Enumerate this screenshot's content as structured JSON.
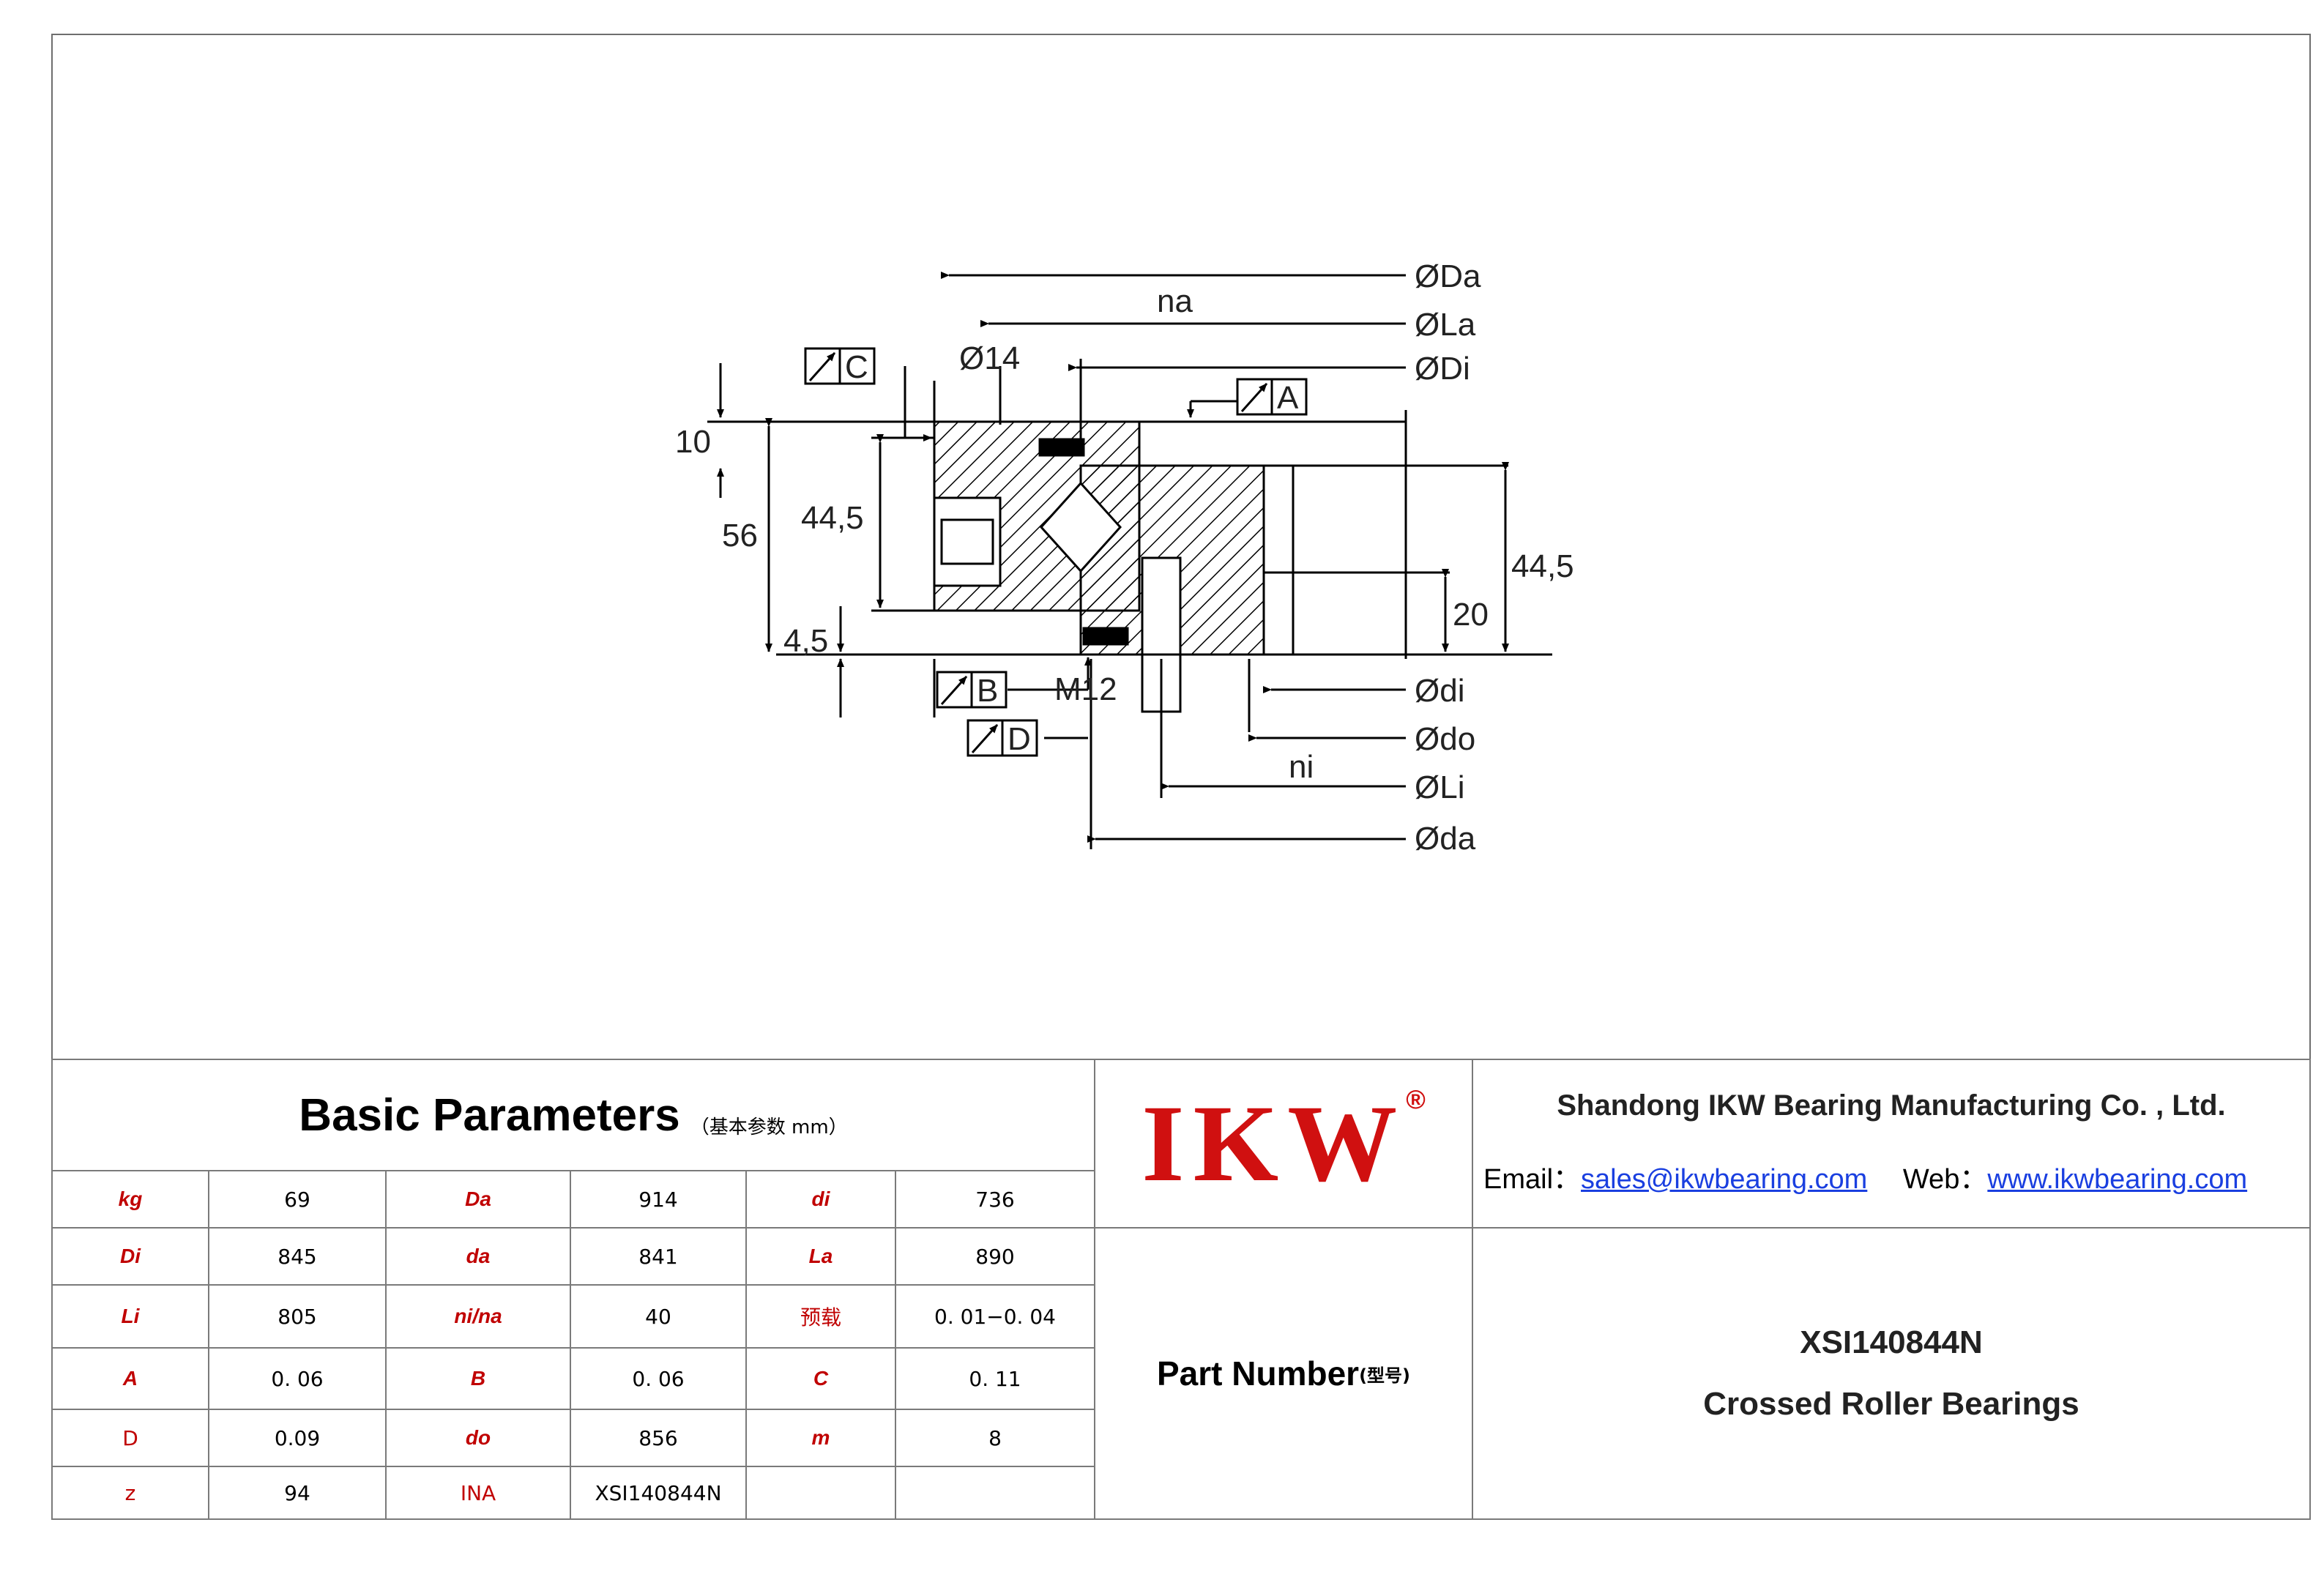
{
  "drawing": {
    "labels": {
      "Da": "ØDa",
      "La": "ØLa",
      "Di": "ØDi",
      "di": "Ødi",
      "do": "Ødo",
      "Li": "ØLi",
      "da": "Øda",
      "na": "na",
      "ni": "ni",
      "hole": "Ø14",
      "thread": "M12",
      "dim10": "10",
      "dim56": "56",
      "dim44_5_left": "44,5",
      "dim4_5": "4,5",
      "dim44_5_right": "44,5",
      "dim20": "20",
      "tolA": "A",
      "tolB": "B",
      "tolC": "C",
      "tolD": "D"
    }
  },
  "params": {
    "title": "Basic Parameters",
    "subtitle": "（基本参数 mm）",
    "rows": [
      [
        {
          "label": "kg",
          "value": "69"
        },
        {
          "label": "Da",
          "value": "914"
        },
        {
          "label": "di",
          "value": "736"
        }
      ],
      [
        {
          "label": "Di",
          "value": "845"
        },
        {
          "label": "da",
          "value": "841"
        },
        {
          "label": "La",
          "value": "890"
        }
      ],
      [
        {
          "label": "Li",
          "value": "805"
        },
        {
          "label": "ni/na",
          "value": "40"
        },
        {
          "label": "预载",
          "value": "0. 01−0. 04"
        }
      ],
      [
        {
          "label": "A",
          "value": "0. 06"
        },
        {
          "label": "B",
          "value": "0. 06"
        },
        {
          "label": "C",
          "value": "0. 11"
        }
      ],
      [
        {
          "label": "D",
          "value": "0.09"
        },
        {
          "label": "do",
          "value": "856"
        },
        {
          "label": "m",
          "value": "8"
        }
      ],
      [
        {
          "label": "z",
          "value": "94"
        },
        {
          "label": "INA",
          "value": "XSI140844N"
        },
        {
          "label": "",
          "value": ""
        }
      ]
    ]
  },
  "brand": {
    "logo": "IKW",
    "reg": "®",
    "company": "Shandong IKW Bearing Manufacturing Co. , Ltd.",
    "email_label": "Email：",
    "email": "sales@ikwbearing.com",
    "web_label": "Web：",
    "web": "www.ikwbearing.com"
  },
  "part": {
    "label": "Part Number",
    "label_cn": "(型号)",
    "number": "XSI140844N",
    "type": "Crossed Roller Bearings"
  }
}
